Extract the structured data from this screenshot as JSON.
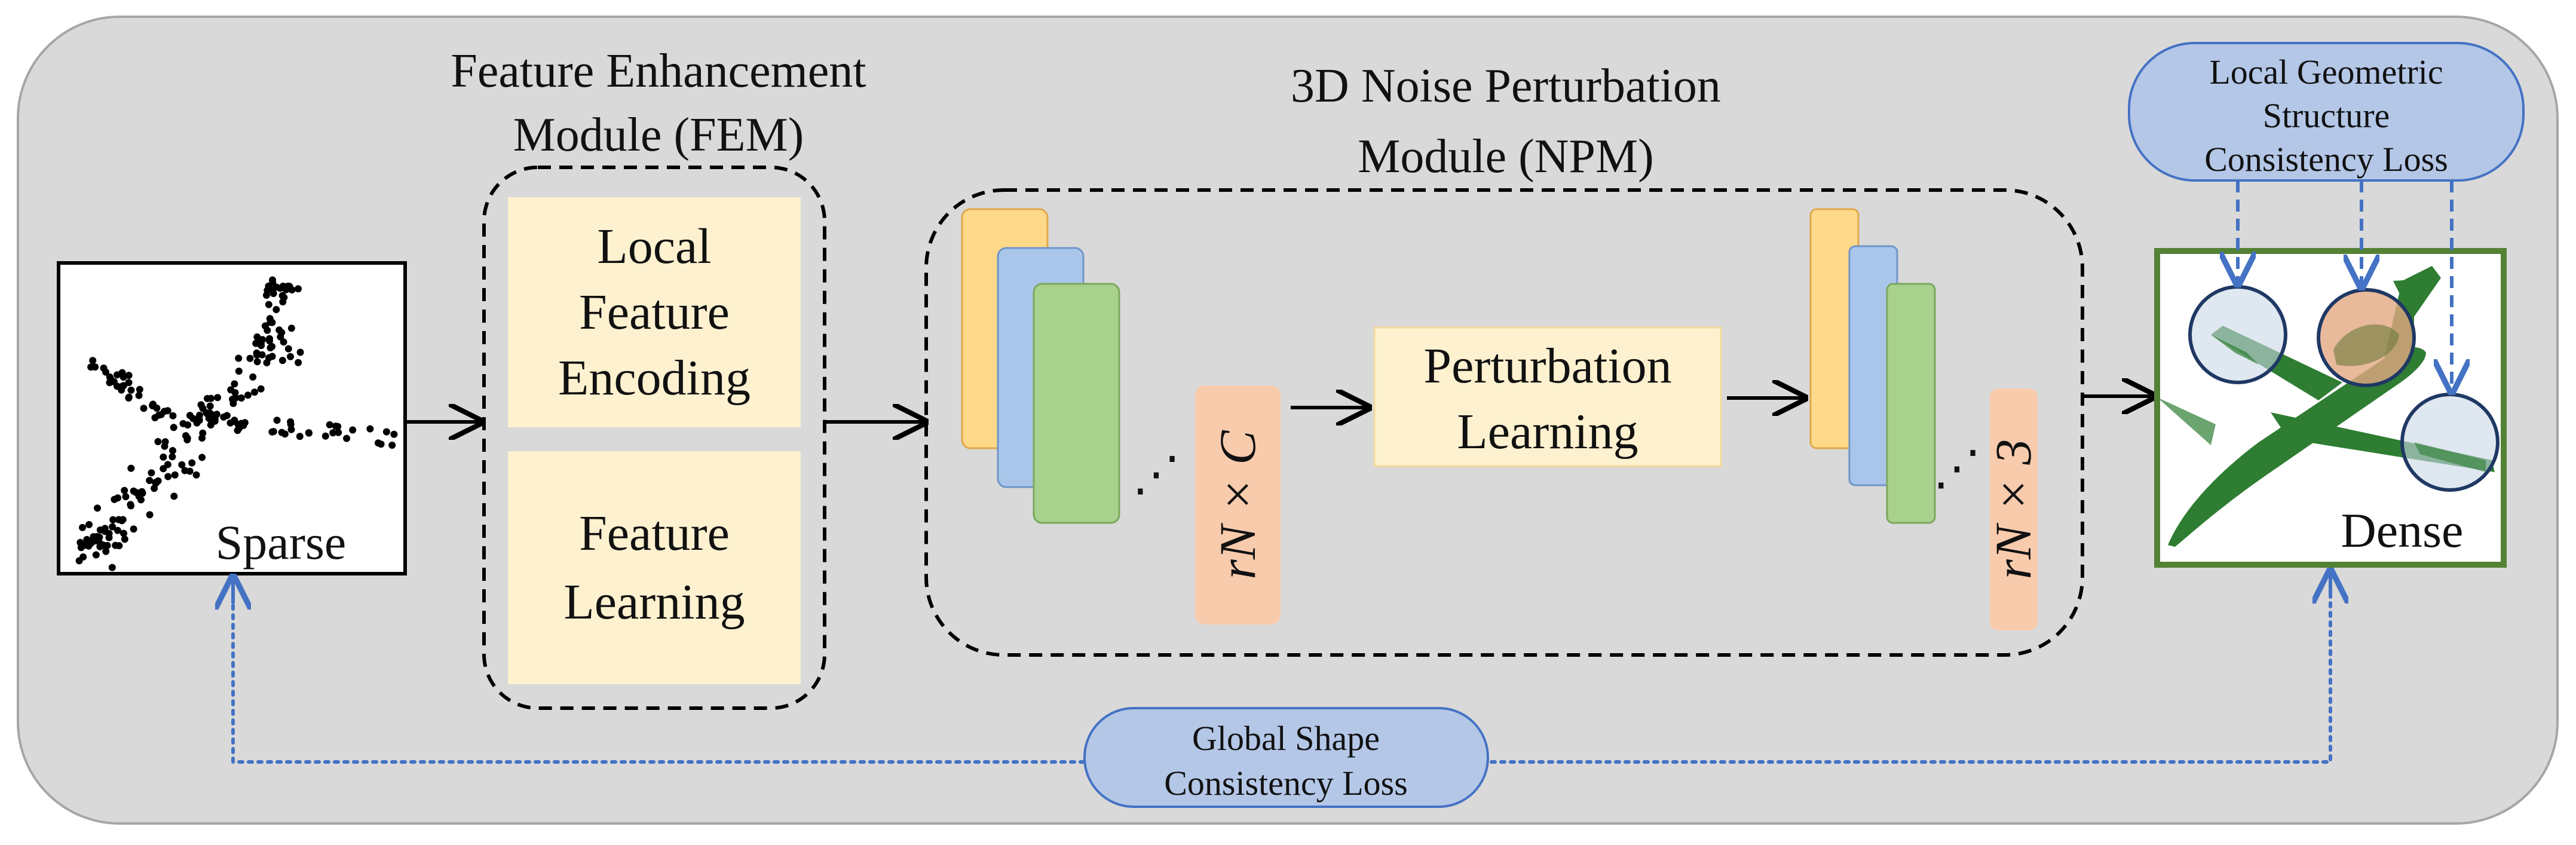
{
  "modules": {
    "fem": {
      "title_line1": "Feature Enhancement",
      "title_line2": "Module (FEM)",
      "block_local_line1": "Local",
      "block_local_line2": "Feature",
      "block_local_line3": "Encoding",
      "block_learning_line1": "Feature",
      "block_learning_line2": "Learning"
    },
    "npm": {
      "title_line1": "3D Noise Perturbation",
      "title_line2": "Module (NPM)",
      "perturbation_line1": "Perturbation",
      "perturbation_line2": "Learning",
      "dim_c": "rN × C",
      "dim_3": "rN × 3",
      "ellipsis": "⋰"
    }
  },
  "point_clouds": {
    "sparse_label": "Sparse",
    "dense_label": "Dense"
  },
  "losses": {
    "local_line1": "Local Geometric",
    "local_line2": "Structure",
    "local_line3": "Consistency Loss",
    "global_line1": "Global Shape",
    "global_line2": "Consistency Loss"
  },
  "colors": {
    "panel_bg": "#d9d9d9",
    "fem_block": "#fdf1cf",
    "layer_yellow": "#ffd98a",
    "layer_blue": "#a9c6ea",
    "layer_green": "#a9d18e",
    "dim_block": "#f8cbad",
    "loss_pill": "#b4c7e7",
    "loss_arrow": "#4472c4",
    "dense_border": "#548235",
    "dense_points": "#2e7d32"
  }
}
